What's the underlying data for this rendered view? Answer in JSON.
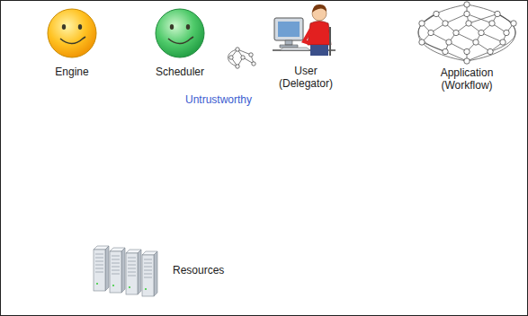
{
  "diagram": {
    "nodes": [
      {
        "text": [
          "Untrustworthy"
        ]
      },
      {
        "text": [
          "Engine"
        ],
        "in": 0
      },
      {
        "text": [
          "Scheduler"
        ],
        "in": 0
      },
      {
        "text": [
          "User (Delegator)"
        ]
      },
      {
        "text": [
          "Application (Workflow)"
        ]
      },
      {
        "text": [
          "Resources"
        ]
      }
    ],
    "edges": [
      {
        "from": 4,
        "to": 3,
        "arrow": "to"
      },
      {
        "from": 3,
        "to": 2,
        "arrow": "to"
      },
      {
        "from": 2,
        "to": 1,
        "arrow": "to"
      },
      {
        "from": 1,
        "to": 5,
        "arrow": "to"
      }
    ]
  }
}
